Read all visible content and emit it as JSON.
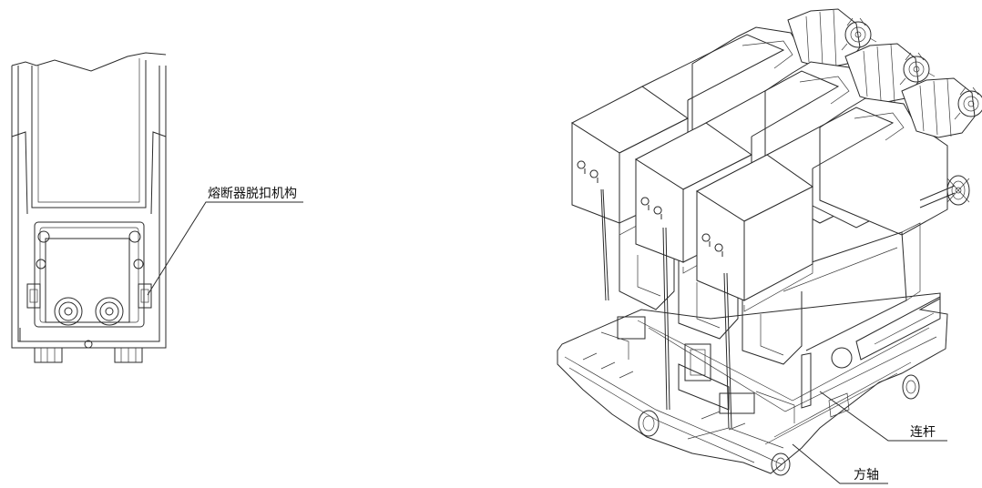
{
  "labels": {
    "fuse_trip": "熔断器脱扣机构",
    "link_rod": "连杆",
    "square_shaft": "方轴"
  },
  "colors": {
    "line": "#2a2a2a",
    "background": "#ffffff"
  }
}
